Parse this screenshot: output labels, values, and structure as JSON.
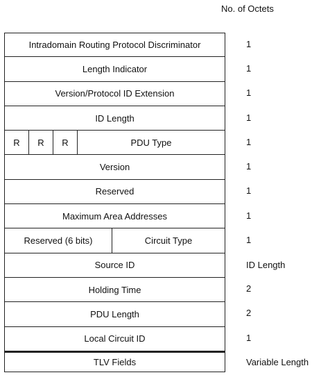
{
  "header": {
    "octets_label": "No. of Octets"
  },
  "fields": [
    {
      "label": "Intradomain Routing Protocol Discriminator",
      "octets": "1"
    },
    {
      "label": "Length Indicator",
      "octets": "1"
    },
    {
      "label": "Version/Protocol ID Extension",
      "octets": "1"
    },
    {
      "label": "ID Length",
      "octets": "1"
    },
    {
      "bits": [
        "R",
        "R",
        "R"
      ],
      "label": "PDU Type",
      "octets": "1"
    },
    {
      "label": "Version",
      "octets": "1"
    },
    {
      "label": "Reserved",
      "octets": "1"
    },
    {
      "label": "Maximum Area Addresses",
      "octets": "1"
    },
    {
      "label": "Reserved (6 bits)",
      "label2": "Circuit Type",
      "octets": "1"
    },
    {
      "label": "Source ID",
      "octets": "ID Length"
    },
    {
      "label": "Holding Time",
      "octets": "2"
    },
    {
      "label": "PDU Length",
      "octets": "2"
    },
    {
      "label": "Local Circuit ID",
      "octets": "1"
    },
    {
      "label": "TLV Fields",
      "octets": "Variable Length"
    }
  ]
}
